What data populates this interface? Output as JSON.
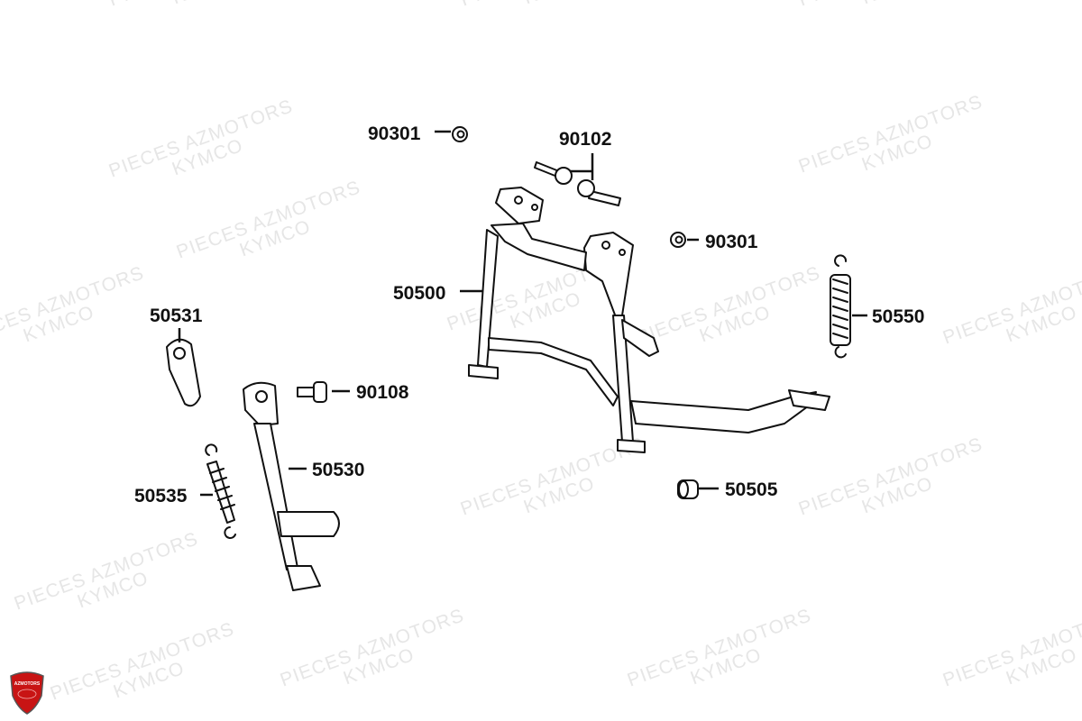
{
  "watermark": {
    "line1": "PIECES AZMOTORS",
    "line2": "KYMCO"
  },
  "logo": {
    "text": "AZMOTORS",
    "color": "#d01818"
  },
  "labels": {
    "nut_top": "90301",
    "bolts": "90102",
    "nut_right": "90301",
    "main_stand": "50500",
    "main_spring": "50550",
    "plate": "50531",
    "bolt_side": "90108",
    "side_stand": "50530",
    "side_spring": "50535",
    "bushing": "50505"
  }
}
